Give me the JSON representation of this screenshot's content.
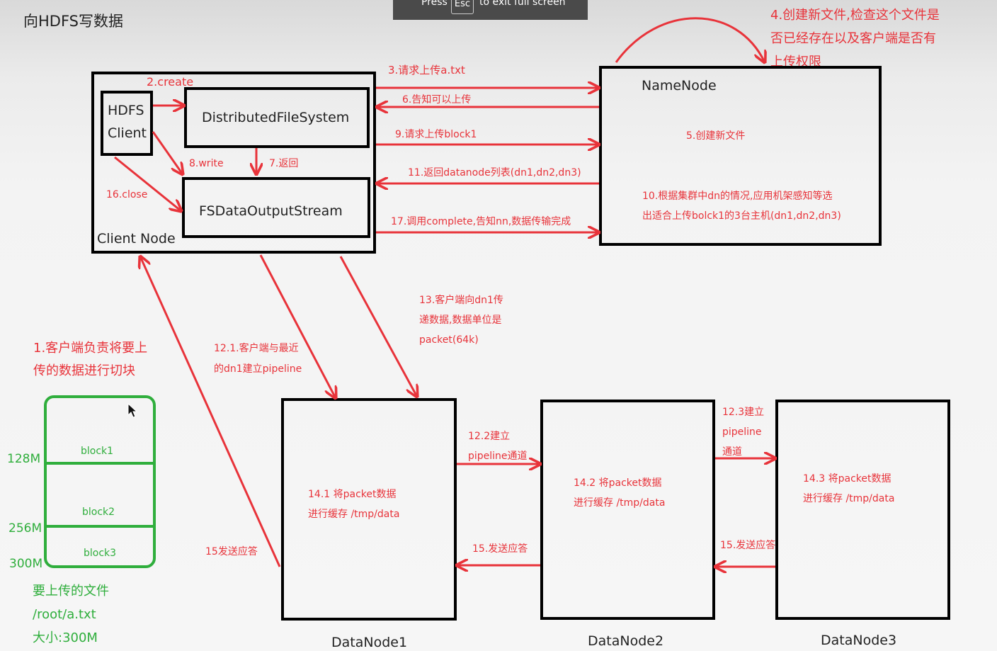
{
  "overlay": {
    "press": "Press",
    "key": "Esc",
    "tail": "to exit full screen"
  },
  "title": "向HDFS写数据",
  "namenode_note": [
    "4.创建新文件,检查这个文件是",
    "否已经存在以及客户端是否有",
    "上传权限"
  ],
  "client_node": {
    "label": "Client Node",
    "hdfs_client": [
      "HDFS",
      "Client"
    ],
    "dfs": "DistributedFileSystem",
    "fsdos": "FSDataOutputStream"
  },
  "namenode": {
    "label": "NameNode",
    "note5": "5.创建新文件",
    "note10": [
      "10.根据集群中dn的情况,应用机架感知等选",
      "出适合上传bolck1的3台主机(dn1,dn2,dn3)"
    ]
  },
  "steps": {
    "s2": "2.create",
    "s3": "3.请求上传a.txt",
    "s6": "6.告知可以上传",
    "s7": "7.返回",
    "s8": "8.write",
    "s9": "9.请求上传block1",
    "s11": "11.返回datanode列表(dn1,dn2,dn3)",
    "s16": "16.close",
    "s17": "17.调用complete,告知nn,数据传输完成",
    "s12_1": [
      "12.1.客户端与最近",
      "的dn1建立pipeline"
    ],
    "s13": [
      "13.客户端向dn1传",
      "递数据,数据单位是",
      "packet(64k)"
    ],
    "s12_2": [
      "12.2建立",
      "pipeline通道"
    ],
    "s12_3": [
      "12.3建立",
      "pipeline",
      "通道"
    ],
    "s15a": "15发送应答",
    "s15b": "15.发送应答",
    "s15c": "15.发送应答"
  },
  "datanodes": [
    {
      "name": "DataNode1",
      "note": [
        "14.1 将packet数据",
        "进行缓存 /tmp/data"
      ]
    },
    {
      "name": "DataNode2",
      "note": [
        "14.2 将packet数据",
        "进行缓存 /tmp/data"
      ]
    },
    {
      "name": "DataNode3",
      "note": [
        "14.3 将packet数据",
        "进行缓存 /tmp/data"
      ]
    }
  ],
  "split": {
    "note": [
      "1.客户端负责将要上",
      "传的数据进行切块"
    ],
    "blocks": [
      "block1",
      "block2",
      "block3"
    ],
    "marks": [
      "128M",
      "256M",
      "300M"
    ],
    "file": [
      "要上传的文件",
      "/root/a.txt",
      "大小:300M"
    ]
  },
  "colors": {
    "arrow": "#e8333a",
    "block": "#2fae3c",
    "box": "#000000"
  }
}
